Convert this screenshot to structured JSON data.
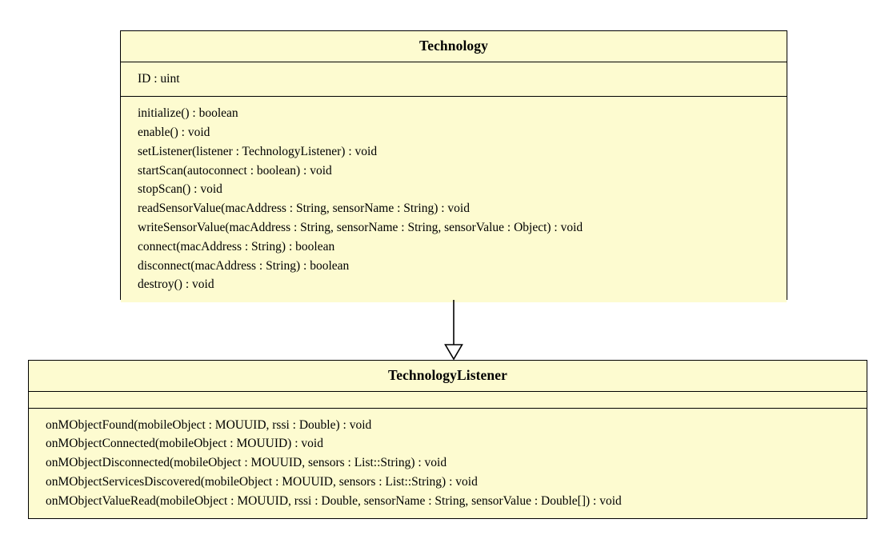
{
  "diagram": {
    "type": "uml-class-diagram",
    "background_color": "#ffffff",
    "class_fill_color": "#fdfbd0",
    "class_border_color": "#000000",
    "connector": {
      "kind": "generalization",
      "label": "",
      "arrowhead": "hollow-triangle",
      "from": "Technology",
      "to": "TechnologyListener"
    },
    "classes": [
      {
        "id": "technology",
        "name": "Technology",
        "attributes": [
          "ID : uint"
        ],
        "operations": [
          "initialize() : boolean",
          "enable() : void",
          "setListener(listener : TechnologyListener) : void",
          "startScan(autoconnect : boolean) : void",
          "stopScan() : void",
          "readSensorValue(macAddress : String, sensorName : String) : void",
          "writeSensorValue(macAddress : String, sensorName : String, sensorValue : Object) : void",
          "connect(macAddress : String) : boolean",
          "disconnect(macAddress : String) : boolean",
          "destroy() : void"
        ]
      },
      {
        "id": "technologylistener",
        "name": "TechnologyListener",
        "attributes": [],
        "operations": [
          "onMObjectFound(mobileObject : MOUUID, rssi : Double) : void",
          "onMObjectConnected(mobileObject : MOUUID) : void",
          "onMObjectDisconnected(mobileObject : MOUUID, sensors : List::String) : void",
          "onMObjectServicesDiscovered(mobileObject : MOUUID, sensors : List::String) : void",
          "onMObjectValueRead(mobileObject : MOUUID, rssi : Double, sensorName : String, sensorValue : Double[]) : void"
        ]
      }
    ]
  }
}
